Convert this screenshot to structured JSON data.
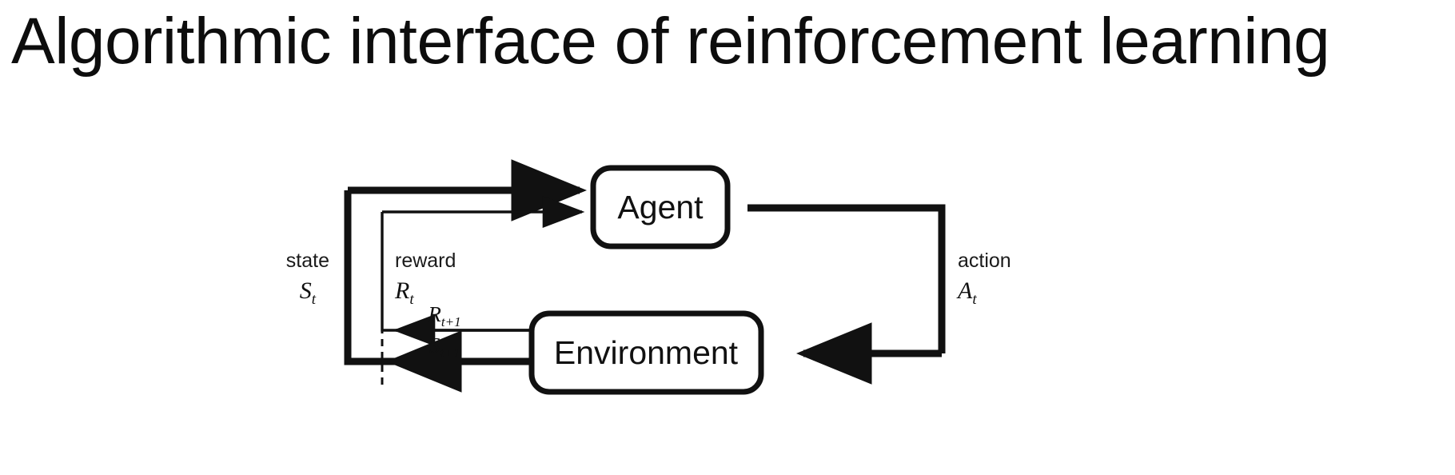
{
  "slide": {
    "title": "Algorithmic interface of reinforcement learning",
    "background_color": "#ffffff",
    "text_color": "#0d0d0d"
  },
  "diagram": {
    "name": "agent-environment-interaction-loop",
    "stroke_color": "#111111",
    "fill_color": "#ffffff",
    "nodes": [
      {
        "id": "agent",
        "label": "Agent"
      },
      {
        "id": "environment",
        "label": "Environment"
      }
    ],
    "labels": {
      "state_word": "state",
      "state_symbol": "S",
      "state_subscript": "t",
      "reward_word": "reward",
      "reward_symbol": "R",
      "reward_subscript": "t",
      "action_word": "action",
      "action_symbol": "A",
      "action_subscript": "t",
      "next_reward_symbol": "R",
      "next_reward_subscript": "t+1",
      "next_state_symbol": "S",
      "next_state_subscript": "t+1"
    },
    "edges": [
      {
        "id": "state-to-agent",
        "from": "environment",
        "to": "agent",
        "label": "state",
        "weight": "thick"
      },
      {
        "id": "reward-to-agent",
        "from": "environment",
        "to": "agent",
        "label": "reward",
        "weight": "thin"
      },
      {
        "id": "action-to-environment",
        "from": "agent",
        "to": "environment",
        "label": "action",
        "weight": "thick"
      },
      {
        "id": "next-reward-out",
        "from": "environment",
        "to": "time-boundary",
        "label": "R t+1",
        "weight": "thin"
      },
      {
        "id": "next-state-out",
        "from": "environment",
        "to": "time-boundary",
        "label": "S t+1",
        "weight": "thick"
      }
    ],
    "time_boundary": {
      "id": "time-step-boundary",
      "style": "dashed-vertical"
    }
  }
}
